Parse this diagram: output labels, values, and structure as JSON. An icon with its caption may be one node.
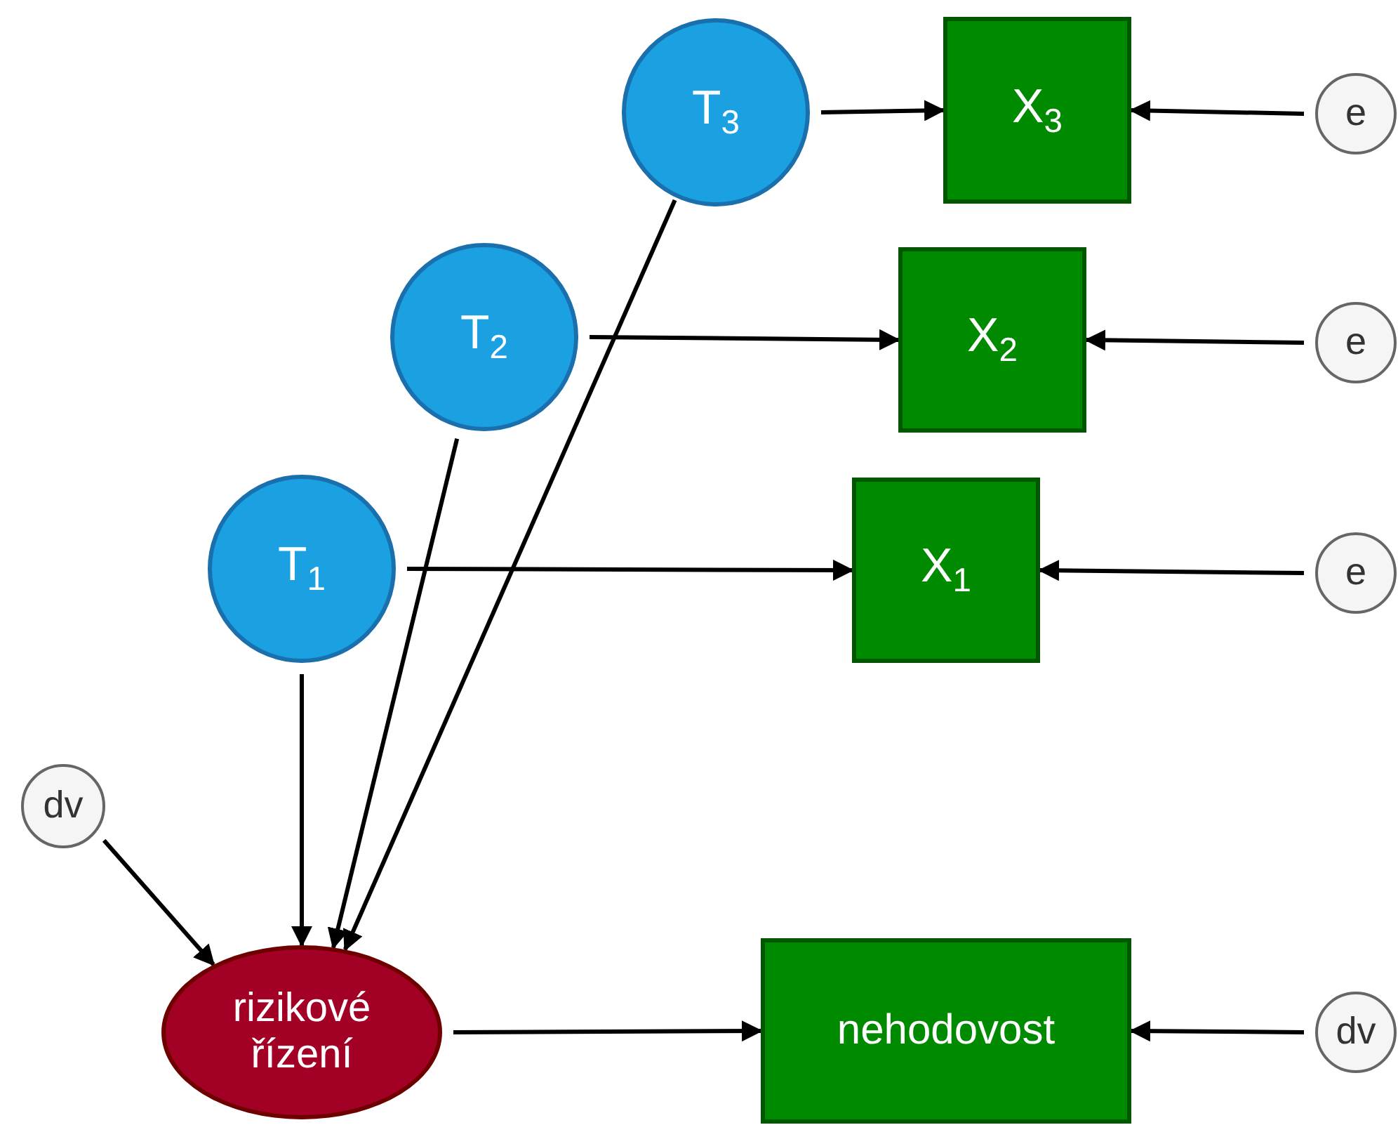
{
  "diagram": {
    "nodes": [
      {
        "text": [
          "T$_{3}$"
        ]
      },
      {
        "text": [
          "X$_{3}$"
        ]
      },
      {
        "text": [
          "e"
        ]
      },
      {
        "text": [
          "T$_{2}$"
        ]
      },
      {
        "text": [
          "X$_{2}$"
        ]
      },
      {
        "text": [
          "e"
        ]
      },
      {
        "text": [
          "T$_{1}$"
        ]
      },
      {
        "text": [
          "X$_{1}$"
        ]
      },
      {
        "text": [
          "e"
        ]
      },
      {
        "text": [
          "dv"
        ]
      },
      {
        "text": [
          "rizikové řízení"
        ]
      },
      {
        "text": [
          "nehodovost"
        ]
      },
      {
        "text": [
          "dv"
        ]
      }
    ],
    "edges": [
      {
        "from": 0,
        "to": 1,
        "arrow": "to"
      },
      {
        "from": 2,
        "to": 1,
        "arrow": "to"
      },
      {
        "from": 3,
        "to": 4,
        "arrow": "to"
      },
      {
        "from": 5,
        "to": 4,
        "arrow": "to"
      },
      {
        "from": 6,
        "to": 7,
        "arrow": "to"
      },
      {
        "from": 8,
        "to": 7,
        "arrow": "to"
      },
      {
        "from": 6,
        "to": 10,
        "arrow": "to"
      },
      {
        "from": 3,
        "to": 10,
        "arrow": "to"
      },
      {
        "from": 0,
        "to": 10,
        "arrow": "to"
      },
      {
        "from": 9,
        "to": 10,
        "arrow": "to"
      },
      {
        "from": 10,
        "to": 11,
        "arrow": "to"
      },
      {
        "from": 12,
        "to": 11,
        "arrow": "to"
      }
    ]
  }
}
